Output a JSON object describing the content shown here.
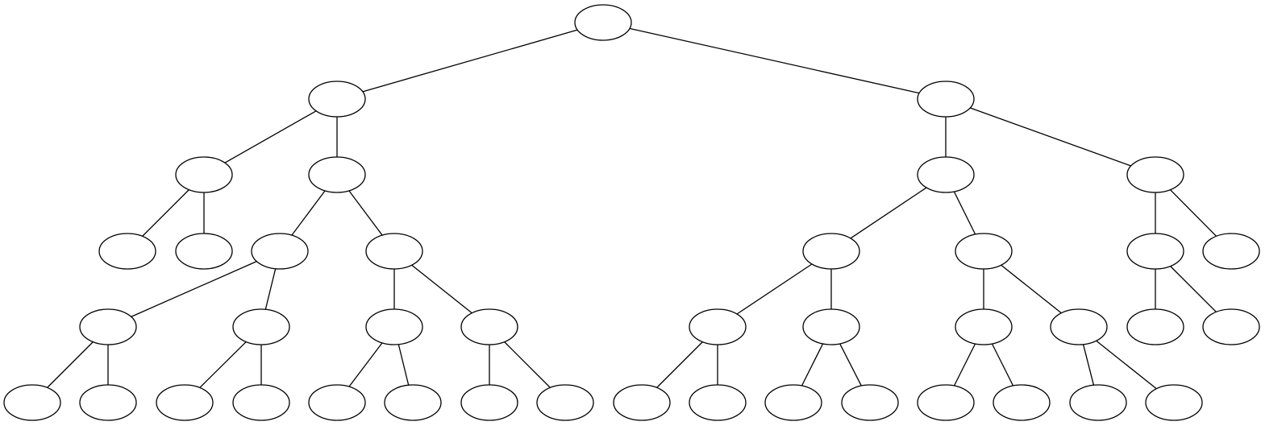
{
  "diagram": {
    "type": "tree",
    "stroke_color": "#000000",
    "fill_color": "#ffffff",
    "node_shape": "ellipse",
    "node_labels": "none",
    "nodes": [
      "n0",
      "n1",
      "n2",
      "n3",
      "n4",
      "n5",
      "n6",
      "n7",
      "n8",
      "n9",
      "n10",
      "n11",
      "n12",
      "n13",
      "n14",
      "n15",
      "n16",
      "n17",
      "n18",
      "n19",
      "n20",
      "n21",
      "n22",
      "n23",
      "n24",
      "n25",
      "n26",
      "n27",
      "n28",
      "n29",
      "n30",
      "n31",
      "n32",
      "n33",
      "n34",
      "n35",
      "n36",
      "n37",
      "n38",
      "n39",
      "n40"
    ],
    "edges": [
      [
        "n0",
        "n1"
      ],
      [
        "n0",
        "n2"
      ],
      [
        "n1",
        "n3"
      ],
      [
        "n1",
        "n4"
      ],
      [
        "n3",
        "n5"
      ],
      [
        "n3",
        "n6"
      ],
      [
        "n4",
        "n7"
      ],
      [
        "n4",
        "n8"
      ],
      [
        "n7",
        "n9"
      ],
      [
        "n7",
        "n10"
      ],
      [
        "n9",
        "n11"
      ],
      [
        "n9",
        "n12"
      ],
      [
        "n10",
        "n13"
      ],
      [
        "n10",
        "n14"
      ],
      [
        "n8",
        "n15"
      ],
      [
        "n8",
        "n16"
      ],
      [
        "n15",
        "n17"
      ],
      [
        "n15",
        "n18"
      ],
      [
        "n16",
        "n19"
      ],
      [
        "n16",
        "n20"
      ],
      [
        "n2",
        "n21"
      ],
      [
        "n2",
        "n22"
      ],
      [
        "n21",
        "n23"
      ],
      [
        "n21",
        "n24"
      ],
      [
        "n23",
        "n25"
      ],
      [
        "n23",
        "n26"
      ],
      [
        "n25",
        "n27"
      ],
      [
        "n25",
        "n28"
      ],
      [
        "n26",
        "n29"
      ],
      [
        "n26",
        "n30"
      ],
      [
        "n24",
        "n31"
      ],
      [
        "n24",
        "n32"
      ],
      [
        "n31",
        "n33"
      ],
      [
        "n31",
        "n34"
      ],
      [
        "n32",
        "n35"
      ],
      [
        "n32",
        "n36"
      ],
      [
        "n22",
        "n37"
      ],
      [
        "n22",
        "n38"
      ],
      [
        "n37",
        "n39"
      ],
      [
        "n37",
        "n40"
      ]
    ]
  }
}
